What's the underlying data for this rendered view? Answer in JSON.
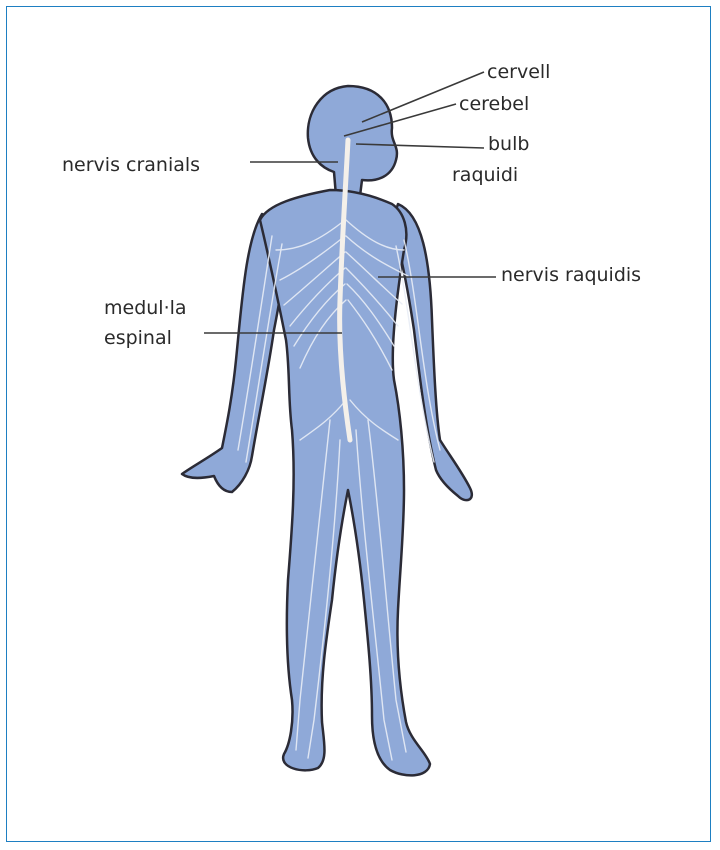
{
  "labels": {
    "cervell": "cervell",
    "cerebel": "cerebel",
    "bulb": "bulb",
    "bulb_line2": "raquidi",
    "nervis_cranials": "nervis cranials",
    "nervis_raquidis": "nervis raquidis",
    "medulla": "medul·la",
    "medulla_line2": "espinal"
  },
  "colors": {
    "frame_border": "#1e7fc2",
    "body_fill": "#8fa9d8",
    "body_outline": "#2b2b36",
    "nerves": "#e8edf6",
    "spinal_cord": "#f4f0ea",
    "leader_lines": "#3a3a3a",
    "text": "#2a2a2a"
  }
}
